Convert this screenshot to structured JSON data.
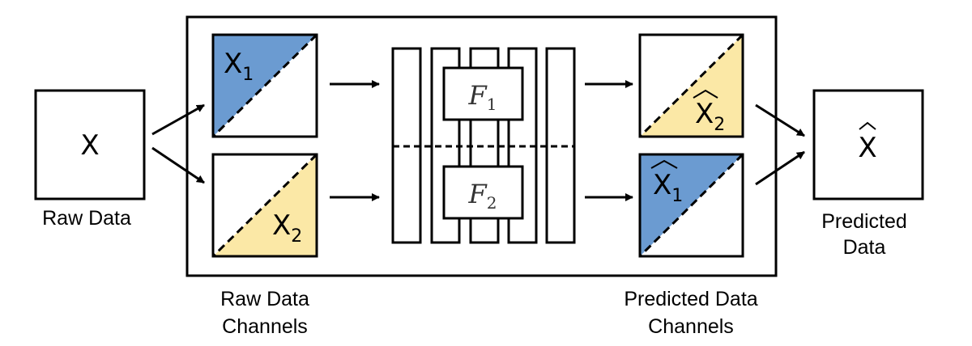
{
  "labels": {
    "raw_data": "Raw Data",
    "predicted_data": [
      "Predicted",
      "Data"
    ],
    "raw_channels": [
      "Raw Data",
      "Channels"
    ],
    "predicted_channels": [
      "Predicted Data",
      "Channels"
    ]
  },
  "symbols": {
    "x": "X",
    "x_hat": "X",
    "x1": "X",
    "x1_sub": "1",
    "x2": "X",
    "x2_sub": "2",
    "x1_hat": "X",
    "x1_hat_sub": "1",
    "x2_hat": "X",
    "x2_hat_sub": "2",
    "f1": "F",
    "f1_sub": "1",
    "f2": "F",
    "f2_sub": "2"
  },
  "colors": {
    "blue": "#6b9bd1",
    "yellow": "#fbe8a6",
    "stroke": "#000000"
  }
}
